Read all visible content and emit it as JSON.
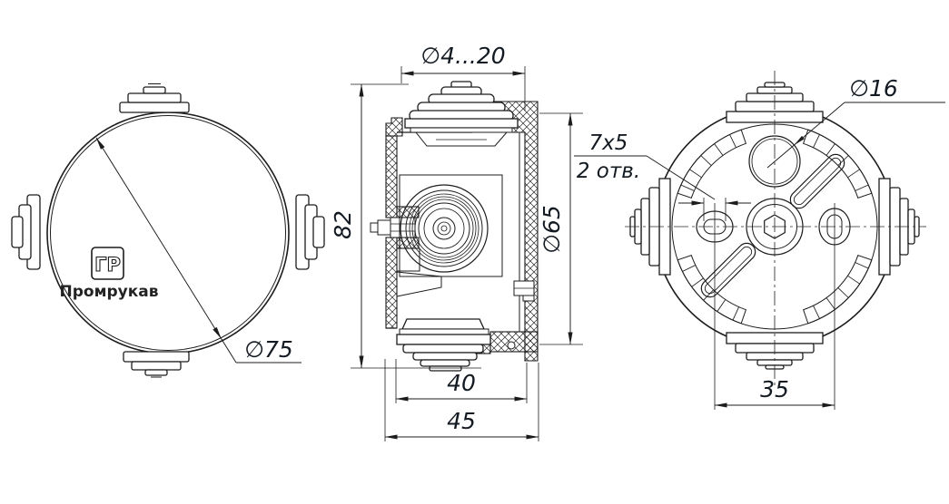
{
  "colors": {
    "background": "#ffffff",
    "line": "#1c1c1c",
    "dimension_text": "#131a22"
  },
  "front_view": {
    "brand_initials": "ГР",
    "brand_name": "Промрукав",
    "diameter_label": "∅75"
  },
  "section_view": {
    "gland_range_label": "∅4...20",
    "height_label": "82",
    "lid_diameter_label": "∅65",
    "inner_width_label": "40",
    "overall_width_label": "45"
  },
  "back_view": {
    "hole_diameter_label": "∅16",
    "slot_size_label": "7x5",
    "slot_count_label": "2 отв.",
    "hole_spacing_label": "35"
  }
}
